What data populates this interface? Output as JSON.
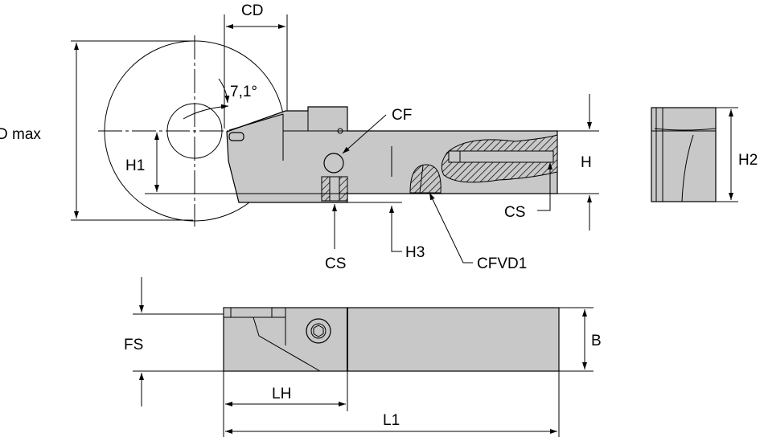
{
  "labels": {
    "cd": "CD",
    "angle": "7,1°",
    "d_max": "D max",
    "cf": "CF",
    "h1": "H1",
    "h": "H",
    "cs_right": "CS",
    "cs_bottom": "CS",
    "h3": "H3",
    "cfvd1": "CFVD1",
    "h2": "H2",
    "fs": "FS",
    "b": "B",
    "lh": "LH",
    "l1": "L1"
  },
  "colors": {
    "part_fill": "#c8c8c8",
    "line": "#000000",
    "background": "#ffffff"
  }
}
